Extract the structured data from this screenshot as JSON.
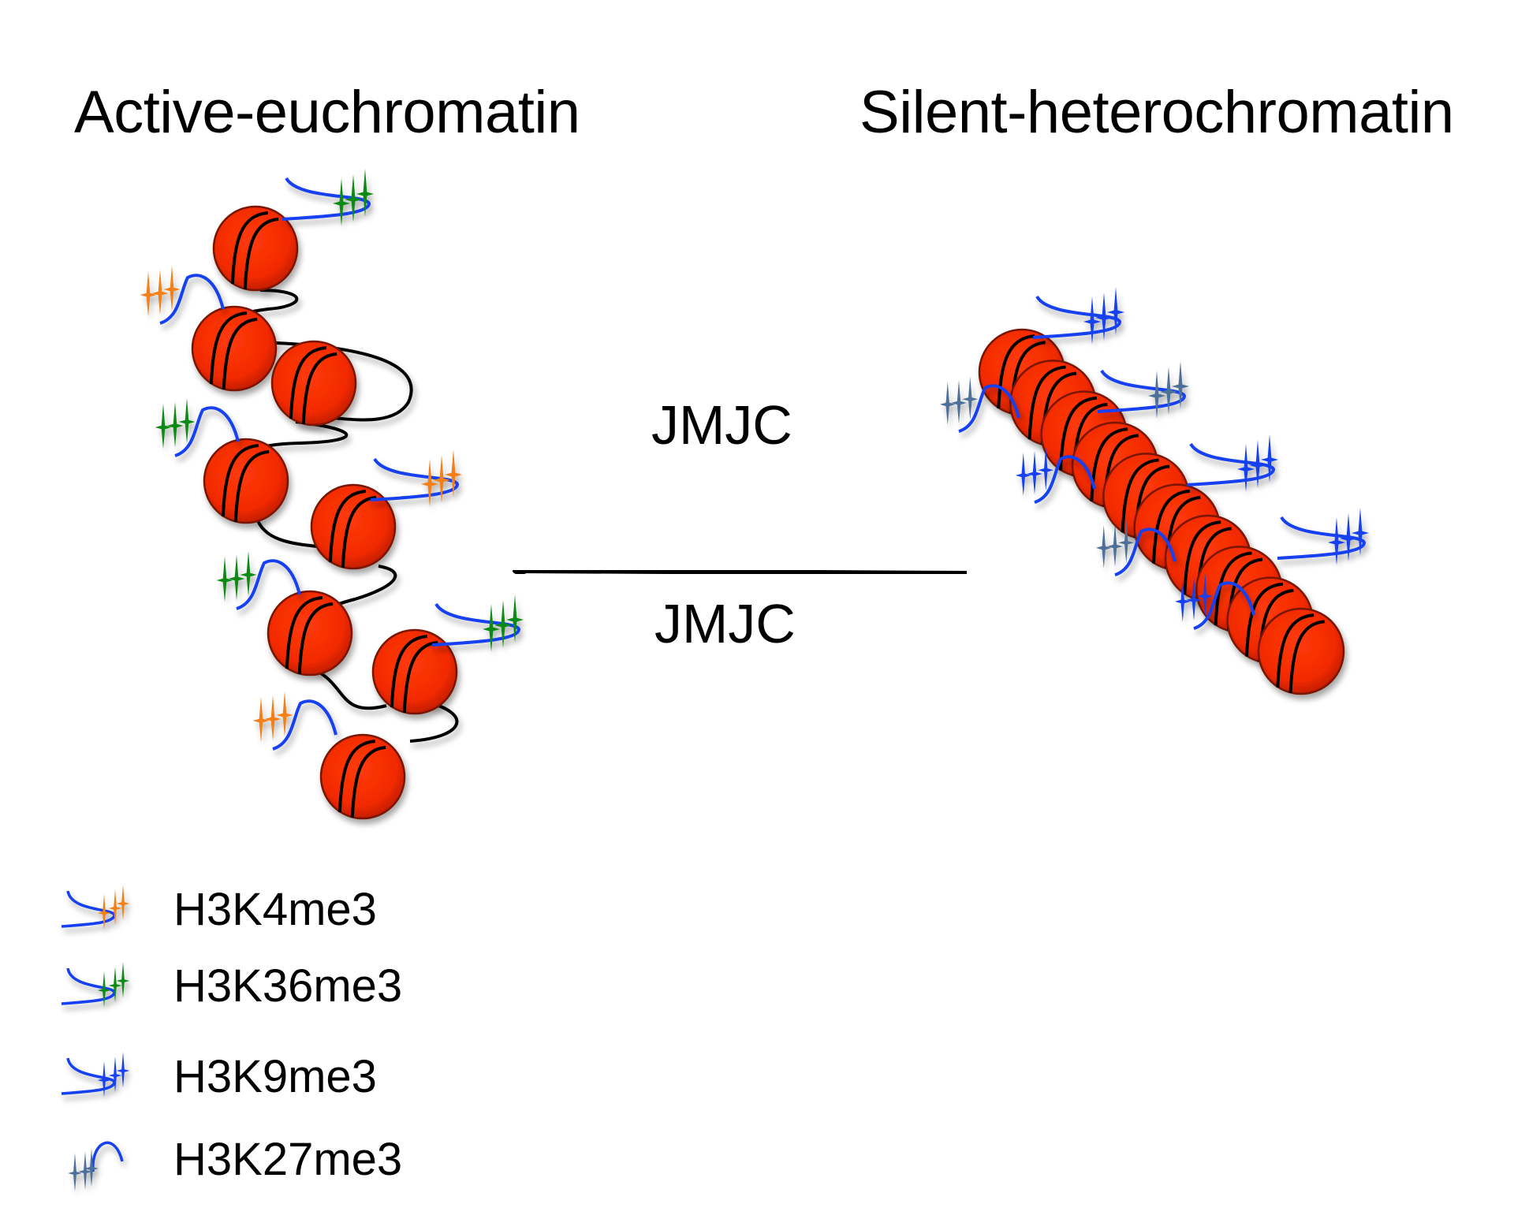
{
  "titles": {
    "left": "Active-euchromatin",
    "right": "Silent-heterochromatin"
  },
  "transitions": {
    "forward_label": "JMJC",
    "reverse_label": "JMJC"
  },
  "colors": {
    "nucleosome": "#f22a00",
    "nucleosome_edge": "#7a1400",
    "dna": "#000000",
    "tail": "#1340f0",
    "H3K4me3": "#f47f14",
    "H3K36me3": "#0f8a12",
    "H3K9me3": "#1340f0",
    "H3K27me3": "#4d6f99"
  },
  "euchromatin": {
    "nucleosome_count": 8,
    "marks": [
      "H3K36me3",
      "H3K4me3",
      "H3K36me3",
      "H3K4me3",
      "H3K36me3",
      "H3K36me3",
      "H3K4me3"
    ]
  },
  "heterochromatin": {
    "nucleosome_count": 10,
    "marks": [
      "H3K9me3",
      "H3K27me3",
      "H3K27me3",
      "H3K9me3",
      "H3K9me3",
      "H3K9me3",
      "H3K27me3",
      "H3K9me3",
      "H3K27me3"
    ]
  },
  "legend": [
    {
      "mark": "H3K4me3",
      "label": "H3K4me3"
    },
    {
      "mark": "H3K36me3",
      "label": "H3K36me3"
    },
    {
      "mark": "H3K9me3",
      "label": "H3K9me3"
    },
    {
      "mark": "H3K27me3",
      "label": "H3K27me3"
    }
  ]
}
